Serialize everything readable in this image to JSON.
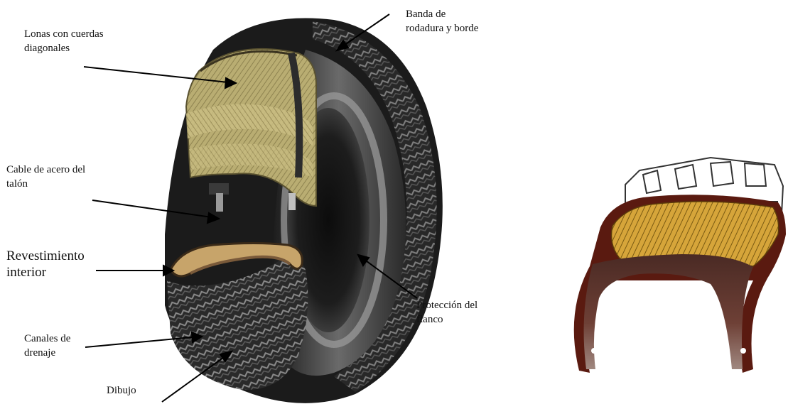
{
  "labels": {
    "lonas": [
      "Lonas con cuerdas",
      "diagonales"
    ],
    "banda": [
      "Banda de",
      "rodadura y borde"
    ],
    "cable": [
      "Cable de acero del",
      "talón"
    ],
    "revestimiento": [
      "Revestimiento",
      "interior"
    ],
    "proteccion": [
      "Protección del",
      "flanco"
    ],
    "canales": [
      "Canales de",
      "drenaje"
    ],
    "dibujo": [
      "Dibujo"
    ]
  }
}
